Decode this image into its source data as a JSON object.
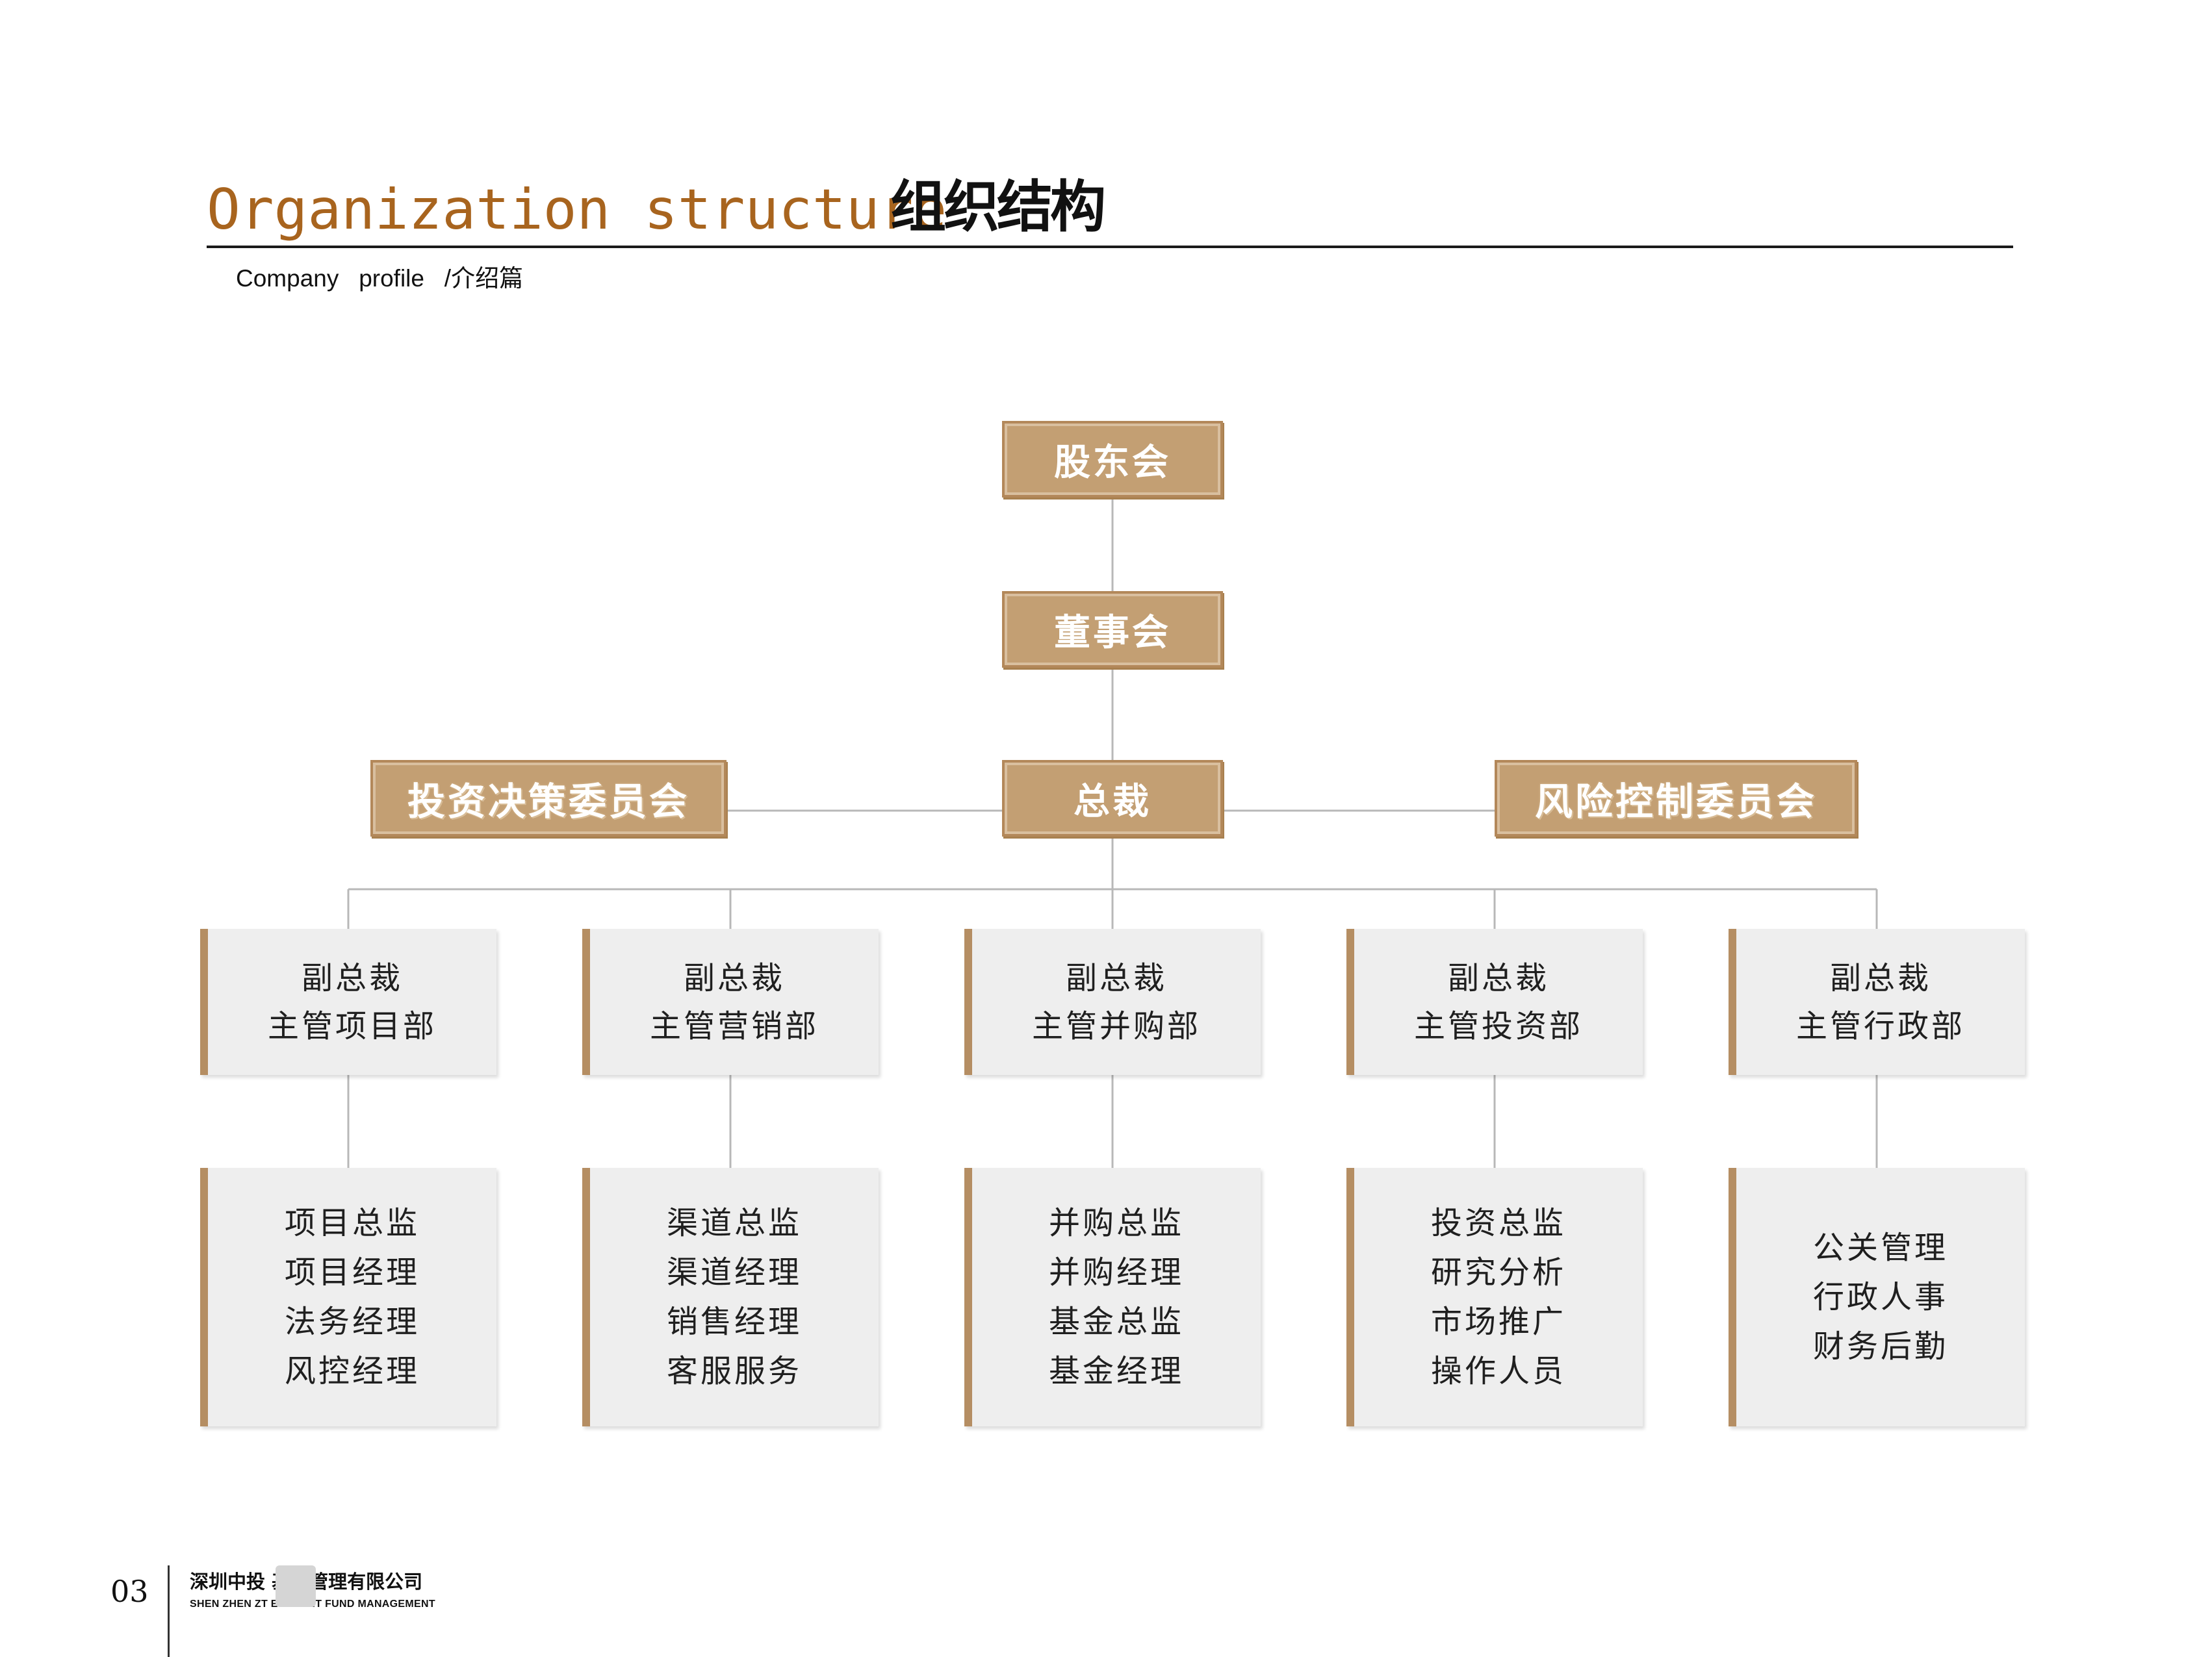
{
  "header": {
    "title_en": "Organization structure",
    "title_cn": "组织结构",
    "subtitle": "Company   profile   /介绍篇"
  },
  "colors": {
    "accent_brown": "#c39f73",
    "title_brown": "#a8641e",
    "box_grey": "#eeeeee",
    "connector": "#b8b8b8"
  },
  "org": {
    "shareholders": "股东会",
    "board": "董事会",
    "president": "总裁",
    "investment_committee": "投资决策委员会",
    "risk_committee": "风险控制委员会",
    "vice_presidents": [
      {
        "title": "副总裁",
        "dept": "主管项目部"
      },
      {
        "title": "副总裁",
        "dept": "主管营销部"
      },
      {
        "title": "副总裁",
        "dept": "主管并购部"
      },
      {
        "title": "副总裁",
        "dept": "主管投资部"
      },
      {
        "title": "副总裁",
        "dept": "主管行政部"
      }
    ],
    "teams": [
      [
        "项目总监",
        "项目经理",
        "法务经理",
        "风控经理"
      ],
      [
        "渠道总监",
        "渠道经理",
        "销售经理",
        "客服服务"
      ],
      [
        "并购总监",
        "并购经理",
        "基金总监",
        "基金经理"
      ],
      [
        "投资总监",
        "研究分析",
        "市场推广",
        "操作人员"
      ],
      [
        "公关管理",
        "行政人事",
        "财务后勤"
      ]
    ]
  },
  "footer": {
    "page_number": "03",
    "company_cn": "深圳中投 基金管理有限公司",
    "company_en": "SHEN ZHEN ZT   ESTMENT FUND MANAGEMENT"
  }
}
